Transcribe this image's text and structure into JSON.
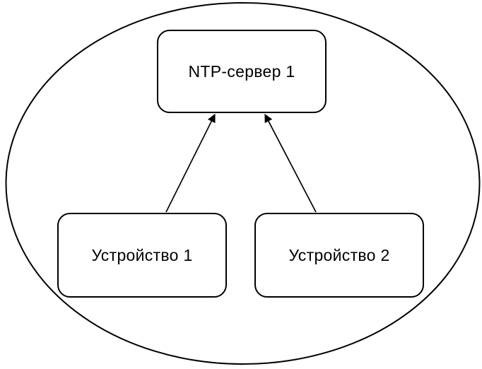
{
  "diagram": {
    "background_color": "#ffffff",
    "stroke_color": "#000000",
    "node_fill_color": "#ffffff",
    "boundary_shape": "ellipse",
    "nodes": [
      {
        "id": "ntp-server-1",
        "label": "NTP-сервер 1",
        "shape": "rounded-rectangle"
      },
      {
        "id": "device-1",
        "label": "Устройство 1",
        "shape": "rounded-rectangle"
      },
      {
        "id": "device-2",
        "label": "Устройство 2",
        "shape": "rounded-rectangle"
      }
    ],
    "edges": [
      {
        "from": "device-1",
        "to": "ntp-server-1",
        "line_style": "solid",
        "arrowhead": "filled-triangle"
      },
      {
        "from": "device-2",
        "to": "ntp-server-1",
        "line_style": "solid",
        "arrowhead": "filled-triangle"
      }
    ]
  }
}
